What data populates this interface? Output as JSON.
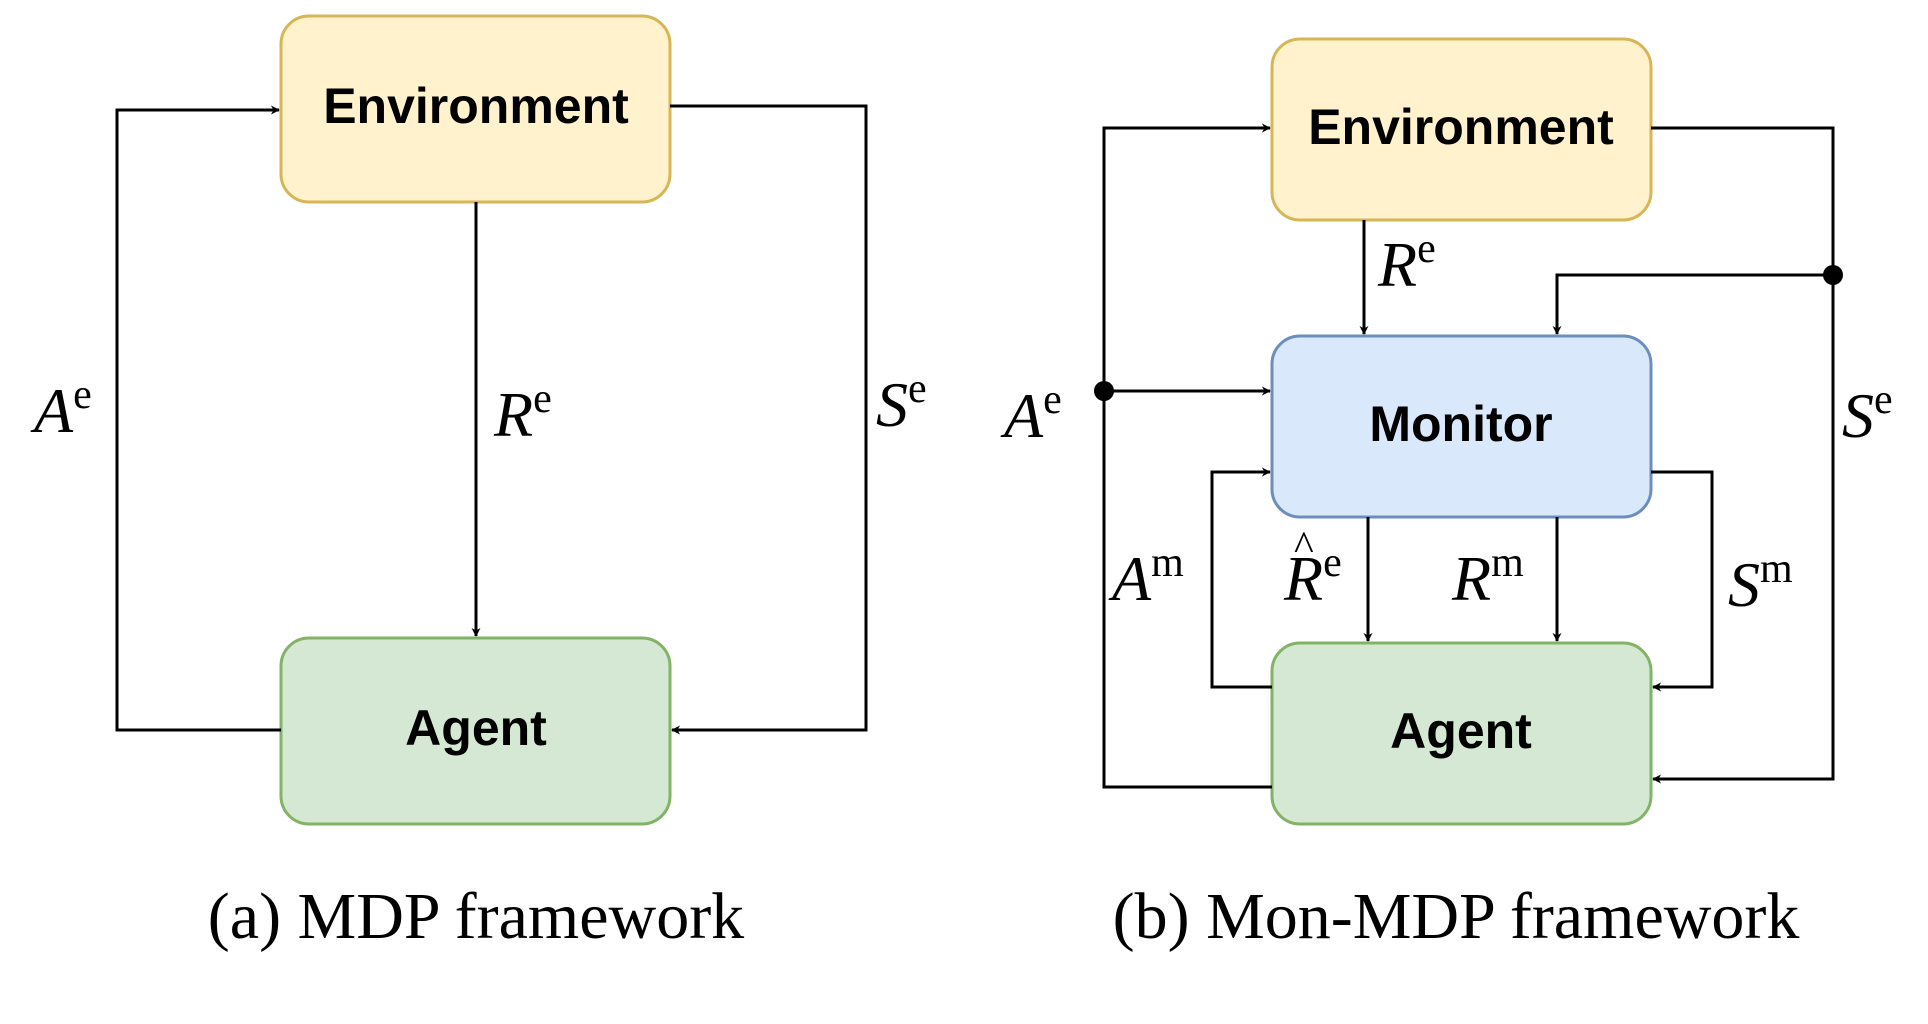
{
  "panel_a": {
    "caption": "(a) MDP framework",
    "nodes": {
      "environment": "Environment",
      "agent": "Agent"
    },
    "edges": {
      "action": {
        "symbol": "A",
        "sup": "e"
      },
      "reward": {
        "symbol": "R",
        "sup": "e"
      },
      "state": {
        "symbol": "S",
        "sup": "e"
      }
    }
  },
  "panel_b": {
    "caption": "(b) Mon-MDP framework",
    "nodes": {
      "environment": "Environment",
      "monitor": "Monitor",
      "agent": "Agent"
    },
    "edges": {
      "env_action": {
        "symbol": "A",
        "sup": "e"
      },
      "env_reward": {
        "symbol": "R",
        "sup": "e"
      },
      "env_state": {
        "symbol": "S",
        "sup": "e"
      },
      "mon_action": {
        "symbol": "A",
        "sup": "m"
      },
      "observed_reward": {
        "symbol": "R",
        "hat": "^",
        "sup": "e"
      },
      "mon_reward": {
        "symbol": "R",
        "sup": "m"
      },
      "mon_state": {
        "symbol": "S",
        "sup": "m"
      }
    }
  },
  "colors": {
    "environment_fill": "#fff2cc",
    "environment_stroke": "#d6b656",
    "monitor_fill": "#dae8fc",
    "monitor_stroke": "#6c8ebf",
    "agent_fill": "#d5e8d4",
    "agent_stroke": "#82b366",
    "line": "#000000"
  }
}
